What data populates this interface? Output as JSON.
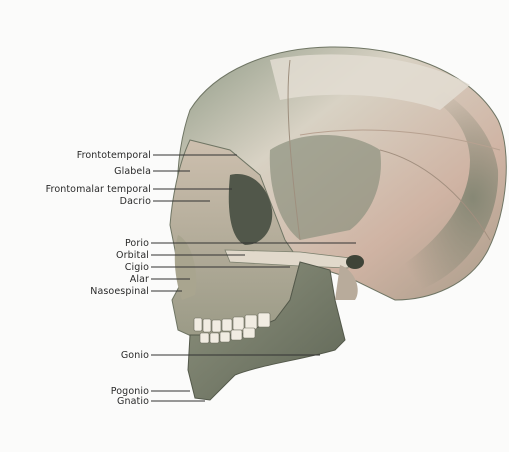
{
  "labels": [
    {
      "key": "frontotemporal",
      "text": "Frontotemporal"
    },
    {
      "key": "glabela",
      "text": "Glabela"
    },
    {
      "key": "frontomalar_temporal",
      "text": "Frontomalar temporal"
    },
    {
      "key": "dacrio",
      "text": "Dacrio"
    },
    {
      "key": "porio",
      "text": "Porio"
    },
    {
      "key": "orbital",
      "text": "Orbital"
    },
    {
      "key": "cigio",
      "text": "Cigio"
    },
    {
      "key": "alar",
      "text": "Alar"
    },
    {
      "key": "nasoespinal",
      "text": "Nasoespinal"
    },
    {
      "key": "gonio",
      "text": "Gonio"
    },
    {
      "key": "pogonio",
      "text": "Pogonio"
    },
    {
      "key": "gnatio",
      "text": "Gnatio"
    }
  ],
  "colors": {
    "background": "#fbfbfa",
    "bone_light": "#d9d0c2",
    "bone_warm": "#d7b9a8",
    "bone_shadow": "#7f836f",
    "leader_line": "#333333"
  }
}
